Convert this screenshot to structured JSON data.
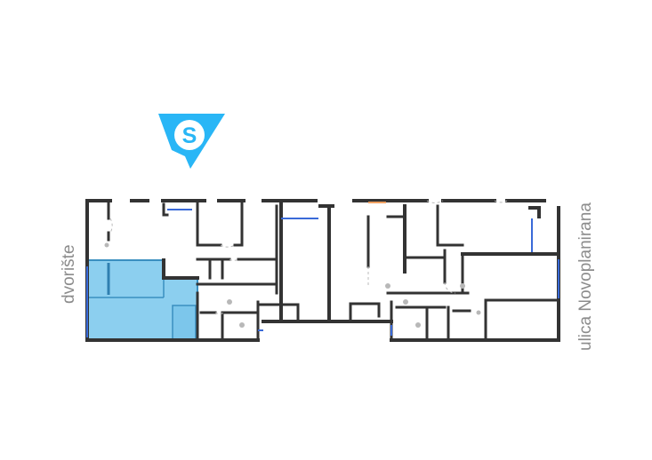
{
  "compass": {
    "letter": "S",
    "color": "#29b6f6",
    "icon": "south-orientation-marker"
  },
  "labels": {
    "left_side": "dvorište",
    "right_side": "ulica Novoplanirana"
  },
  "highlight": {
    "color": "#8ccfef",
    "border": "#3a8fc0"
  }
}
